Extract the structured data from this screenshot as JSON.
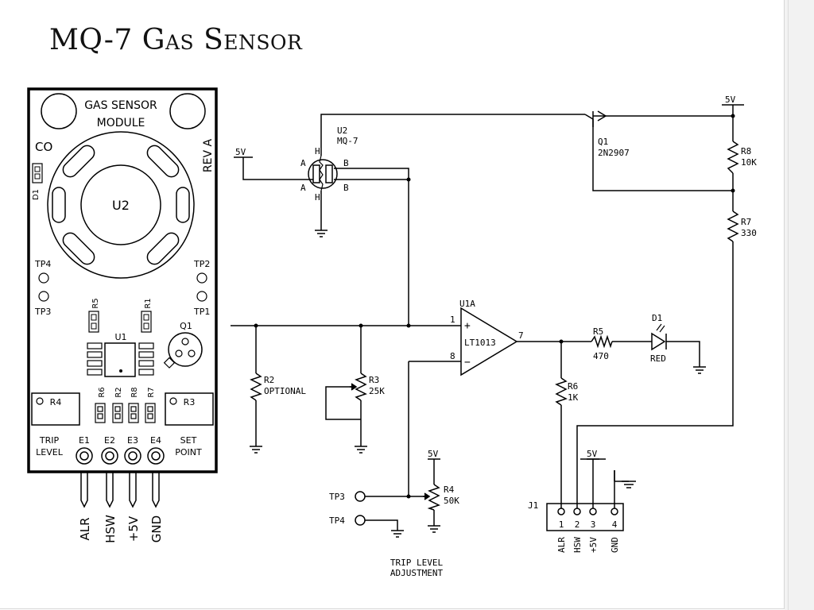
{
  "title": "MQ-7 Gas Sensor",
  "module": {
    "heading_1": "GAS SENSOR",
    "heading_2": "MODULE",
    "co": "CO",
    "rev": "REV A",
    "sensor": "U2",
    "d1": "D1",
    "tp4": "TP4",
    "tp3": "TP3",
    "tp2": "TP2",
    "tp1": "TP1",
    "r5": "R5",
    "r1": "R1",
    "u1": "U1",
    "q1": "Q1",
    "r4": "R4",
    "r3": "R3",
    "r6": "R6",
    "r2": "R2",
    "r8": "R8",
    "r7": "R7",
    "trip_1": "TRIP",
    "trip_2": "LEVEL",
    "set_1": "SET",
    "set_2": "POINT",
    "e1": "E1",
    "e2": "E2",
    "e3": "E3",
    "e4": "E4",
    "pin_alr": "ALR",
    "pin_hsw": "HSW",
    "pin_5v": "+5V",
    "pin_gnd": "GND"
  },
  "schematic": {
    "u2_ref": "U2",
    "u2_part": "MQ-7",
    "pin_h_top": "H",
    "pin_h_bot": "H",
    "pin_a_top": "A",
    "pin_a_bot": "A",
    "pin_b_top": "B",
    "pin_b_bot": "B",
    "supply_5v_left": "5V",
    "supply_5v_top": "5V",
    "supply_5v_r4": "5V",
    "supply_5v_j1": "5V",
    "q1_ref": "Q1",
    "q1_part": "2N2907",
    "r8_ref": "R8",
    "r8_val": "10K",
    "r7_ref": "R7",
    "r7_val": "330",
    "u1a_ref": "U1A",
    "u1a_part": "LT1013",
    "pin1": "1",
    "pin8": "8",
    "pin7": "7",
    "plus": "+",
    "minus": "−",
    "r5_ref": "R5",
    "r5_val": "470",
    "d1_ref": "D1",
    "d1_val": "RED",
    "r2_ref": "R2",
    "r2_val": "OPTIONAL",
    "r3_ref": "R3",
    "r3_val": "25K",
    "r6_ref": "R6",
    "r6_val": "1K",
    "r4_ref": "R4",
    "r4_val": "50K",
    "tp3": "TP3",
    "tp4": "TP4",
    "trip_1": "TRIP LEVEL",
    "trip_2": "ADJUSTMENT",
    "j1_ref": "J1",
    "j1_n1": "1",
    "j1_n2": "2",
    "j1_n3": "3",
    "j1_n4": "4",
    "j1_alr": "ALR",
    "j1_hsw": "HSW",
    "j1_5v": "+5V",
    "j1_gnd": "GND"
  }
}
